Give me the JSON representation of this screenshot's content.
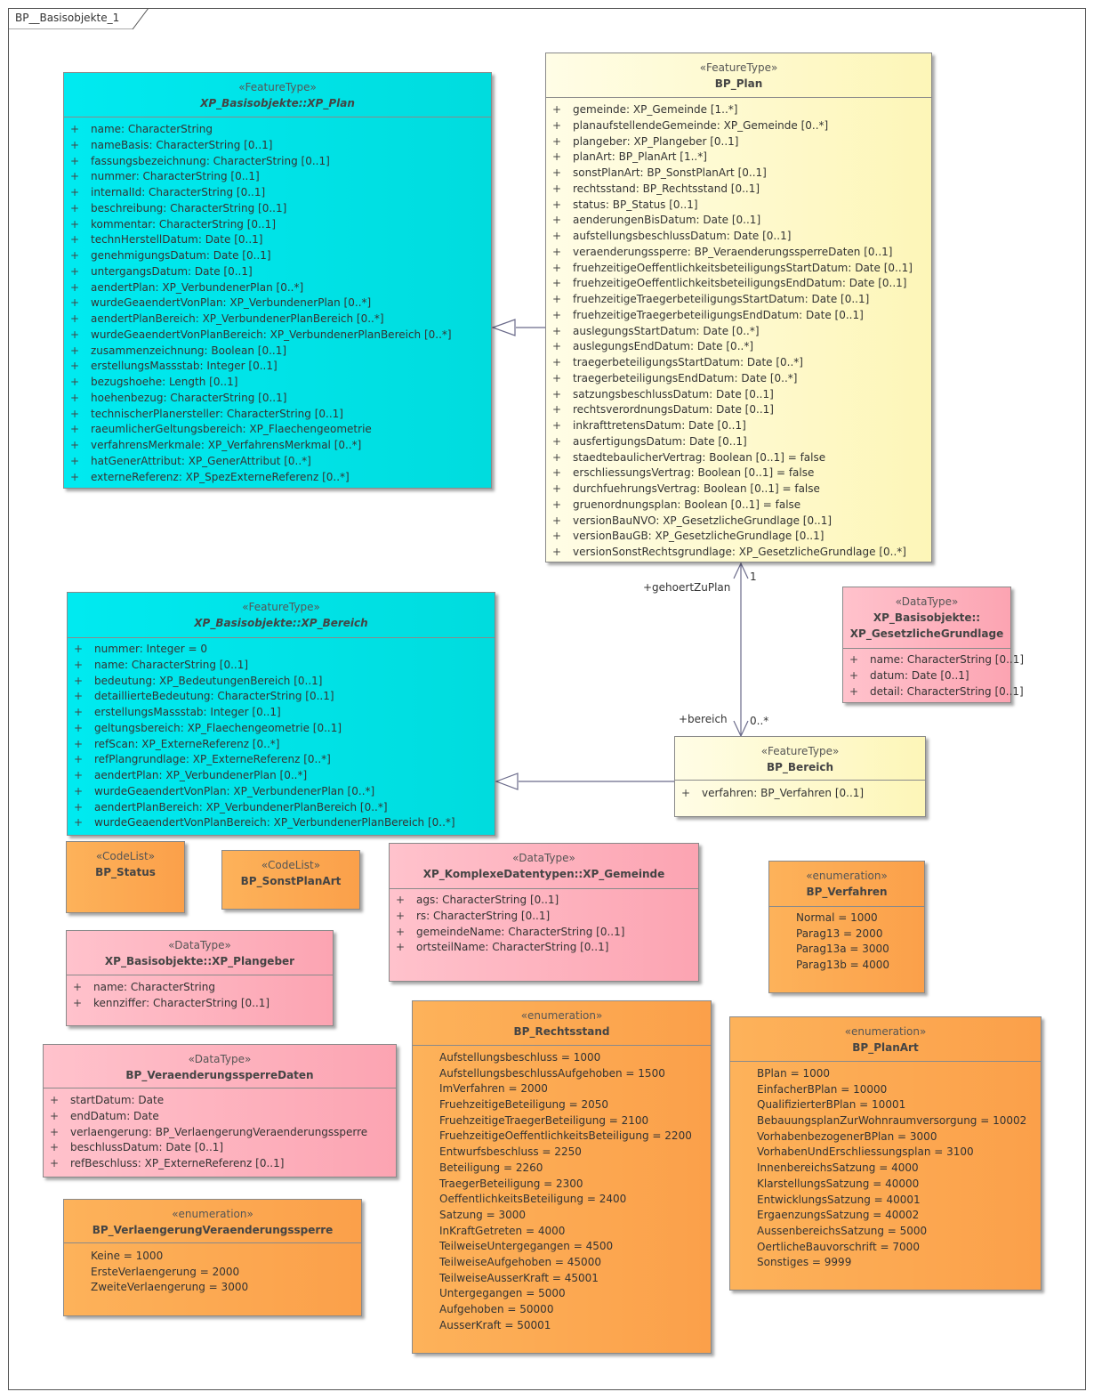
{
  "frame": {
    "title": "BP__Basisobjekte_1"
  },
  "xp_plan": {
    "stereotype": "«FeatureType»",
    "name": "XP_Basisobjekte::XP_Plan",
    "attributes": [
      "name: CharacterString",
      "nameBasis: CharacterString [0..1]",
      "fassungsbezeichnung: CharacterString [0..1]",
      "nummer: CharacterString [0..1]",
      "internalId: CharacterString [0..1]",
      "beschreibung: CharacterString [0..1]",
      "kommentar: CharacterString [0..1]",
      "technHerstellDatum: Date [0..1]",
      "genehmigungsDatum: Date [0..1]",
      "untergangsDatum: Date [0..1]",
      "aendertPlan: XP_VerbundenerPlan [0..*]",
      "wurdeGeaendertVonPlan: XP_VerbundenerPlan [0..*]",
      "aendertPlanBereich: XP_VerbundenerPlanBereich [0..*]",
      "wurdeGeaendertVonPlanBereich: XP_VerbundenerPlanBereich [0..*]",
      "zusammenzeichnung: Boolean [0..1]",
      "erstellungsMassstab: Integer [0..1]",
      "bezugshoehe: Length [0..1]",
      "hoehenbezug: CharacterString [0..1]",
      "technischerPlanersteller: CharacterString [0..1]",
      "raeumlicherGeltungsbereich: XP_Flaechengeometrie",
      "verfahrensMerkmale: XP_VerfahrensMerkmal [0..*]",
      "hatGenerAttribut: XP_GenerAttribut [0..*]",
      "externeReferenz: XP_SpezExterneReferenz [0..*]"
    ]
  },
  "bp_plan": {
    "stereotype": "«FeatureType»",
    "name": "BP_Plan",
    "attributes": [
      "gemeinde: XP_Gemeinde [1..*]",
      "planaufstellendeGemeinde: XP_Gemeinde [0..*]",
      "plangeber: XP_Plangeber [0..1]",
      "planArt: BP_PlanArt [1..*]",
      "sonstPlanArt: BP_SonstPlanArt [0..1]",
      "rechtsstand: BP_Rechtsstand [0..1]",
      "status: BP_Status [0..1]",
      "aenderungenBisDatum: Date [0..1]",
      "aufstellungsbeschlussDatum: Date [0..1]",
      "veraenderungssperre: BP_VeraenderungssperreDaten [0..1]",
      "fruehzeitigeOeffentlichkeitsbeteiligungsStartDatum: Date [0..1]",
      "fruehzeitigeOeffentlichkeitsbeteiligungsEndDatum: Date [0..1]",
      "fruehzeitigeTraegerbeteiligungsStartDatum: Date [0..1]",
      "fruehzeitigeTraegerbeteiligungsEndDatum: Date [0..1]",
      "auslegungsStartDatum: Date [0..*]",
      "auslegungsEndDatum: Date [0..*]",
      "traegerbeteiligungsStartDatum: Date [0..*]",
      "traegerbeteiligungsEndDatum: Date [0..*]",
      "satzungsbeschlussDatum: Date [0..1]",
      "rechtsverordnungsDatum: Date [0..1]",
      "inkrafttretensDatum: Date [0..1]",
      "ausfertigungsDatum: Date [0..1]",
      "staedtebaulicherVertrag: Boolean [0..1] = false",
      "erschliessungsVertrag: Boolean [0..1] = false",
      "durchfuehrungsVertrag: Boolean [0..1] = false",
      "gruenordnungsplan: Boolean [0..1] = false",
      "versionBauNVO: XP_GesetzlicheGrundlage [0..1]",
      "versionBauGB: XP_GesetzlicheGrundlage [0..1]",
      "versionSonstRechtsgrundlage: XP_GesetzlicheGrundlage [0..*]"
    ]
  },
  "xp_bereich": {
    "stereotype": "«FeatureType»",
    "name": "XP_Basisobjekte::XP_Bereich",
    "attributes": [
      "nummer: Integer = 0",
      "name: CharacterString [0..1]",
      "bedeutung: XP_BedeutungenBereich [0..1]",
      "detaillierteBedeutung: CharacterString [0..1]",
      "erstellungsMassstab: Integer [0..1]",
      "geltungsbereich: XP_Flaechengeometrie [0..1]",
      "refScan: XP_ExterneReferenz [0..*]",
      "refPlangrundlage: XP_ExterneReferenz [0..*]",
      "aendertPlan: XP_VerbundenerPlan [0..*]",
      "wurdeGeaendertVonPlan: XP_VerbundenerPlan [0..*]",
      "aendertPlanBereich: XP_VerbundenerPlanBereich [0..*]",
      "wurdeGeaendertVonPlanBereich: XP_VerbundenerPlanBereich [0..*]"
    ]
  },
  "gesetzliche_grundlage": {
    "stereotype": "«DataType»",
    "name_line1": "XP_Basisobjekte::",
    "name_line2": "XP_GesetzlicheGrundlage",
    "attributes": [
      "name: CharacterString [0..1]",
      "datum: Date [0..1]",
      "detail: CharacterString [0..1]"
    ]
  },
  "bp_bereich": {
    "stereotype": "«FeatureType»",
    "name": "BP_Bereich",
    "attributes": [
      "verfahren: BP_Verfahren [0..1]"
    ]
  },
  "association": {
    "role_plan": "+gehoertZuPlan",
    "mult_plan": "1",
    "role_bereich": "+bereich",
    "mult_bereich": "0..*"
  },
  "bp_status": {
    "stereotype": "«CodeList»",
    "name": "BP_Status"
  },
  "bp_sonstplanart": {
    "stereotype": "«CodeList»",
    "name": "BP_SonstPlanArt"
  },
  "xp_gemeinde": {
    "stereotype": "«DataType»",
    "name": "XP_KomplexeDatentypen::XP_Gemeinde",
    "attributes": [
      "ags: CharacterString [0..1]",
      "rs: CharacterString [0..1]",
      "gemeindeName: CharacterString [0..1]",
      "ortsteilName: CharacterString [0..1]"
    ]
  },
  "bp_verfahren": {
    "stereotype": "«enumeration»",
    "name": "BP_Verfahren",
    "literals": [
      "Normal = 1000",
      "Parag13 = 2000",
      "Parag13a = 3000",
      "Parag13b = 4000"
    ]
  },
  "xp_plangeber": {
    "stereotype": "«DataType»",
    "name": "XP_Basisobjekte::XP_Plangeber",
    "attributes": [
      "name: CharacterString",
      "kennziffer: CharacterString [0..1]"
    ]
  },
  "bp_rechtsstand": {
    "stereotype": "«enumeration»",
    "name": "BP_Rechtsstand",
    "literals": [
      "Aufstellungsbeschluss = 1000",
      "AufstellungsbeschlussAufgehoben = 1500",
      "ImVerfahren = 2000",
      "FruehzeitigeBeteiligung = 2050",
      "FruehzeitigeTraegerBeteiligung = 2100",
      "FruehzeitigeOeffentlichkeitsBeteiligung = 2200",
      "Entwurfsbeschluss = 2250",
      "Beteiligung = 2260",
      "TraegerBeteiligung = 2300",
      "OeffentlichkeitsBeteiligung = 2400",
      "Satzung = 3000",
      "InKraftGetreten = 4000",
      "TeilweiseUntergegangen = 4500",
      "TeilweiseAufgehoben = 45000",
      "TeilweiseAusserKraft = 45001",
      "Untergegangen = 5000",
      "Aufgehoben = 50000",
      "AusserKraft = 50001"
    ]
  },
  "bp_planart": {
    "stereotype": "«enumeration»",
    "name": "BP_PlanArt",
    "literals": [
      "BPlan = 1000",
      "EinfacherBPlan = 10000",
      "QualifizierterBPlan = 10001",
      "BebauungsplanZurWohnraumversorgung = 10002",
      "VorhabenbezogenerBPlan = 3000",
      "VorhabenUndErschliessungsplan = 3100",
      "InnenbereichsSatzung = 4000",
      "KlarstellungsSatzung = 40000",
      "EntwicklungsSatzung = 40001",
      "ErgaenzungsSatzung = 40002",
      "AussenbereichsSatzung = 5000",
      "OertlicheBauvorschrift = 7000",
      "Sonstiges = 9999"
    ]
  },
  "veraenderungssperre": {
    "stereotype": "«DataType»",
    "name": "BP_VeraenderungssperreDaten",
    "attributes": [
      "startDatum: Date",
      "endDatum: Date",
      "verlaengerung: BP_VerlaengerungVeraenderungssperre",
      "beschlussDatum: Date [0..1]",
      "refBeschluss: XP_ExterneReferenz [0..1]"
    ]
  },
  "verlaengerung": {
    "stereotype": "«enumeration»",
    "name": "BP_VerlaengerungVeraenderungssperre",
    "literals": [
      "Keine = 1000",
      "ErsteVerlaengerung = 2000",
      "ZweiteVerlaengerung = 3000"
    ]
  },
  "visibility_symbol": "+"
}
